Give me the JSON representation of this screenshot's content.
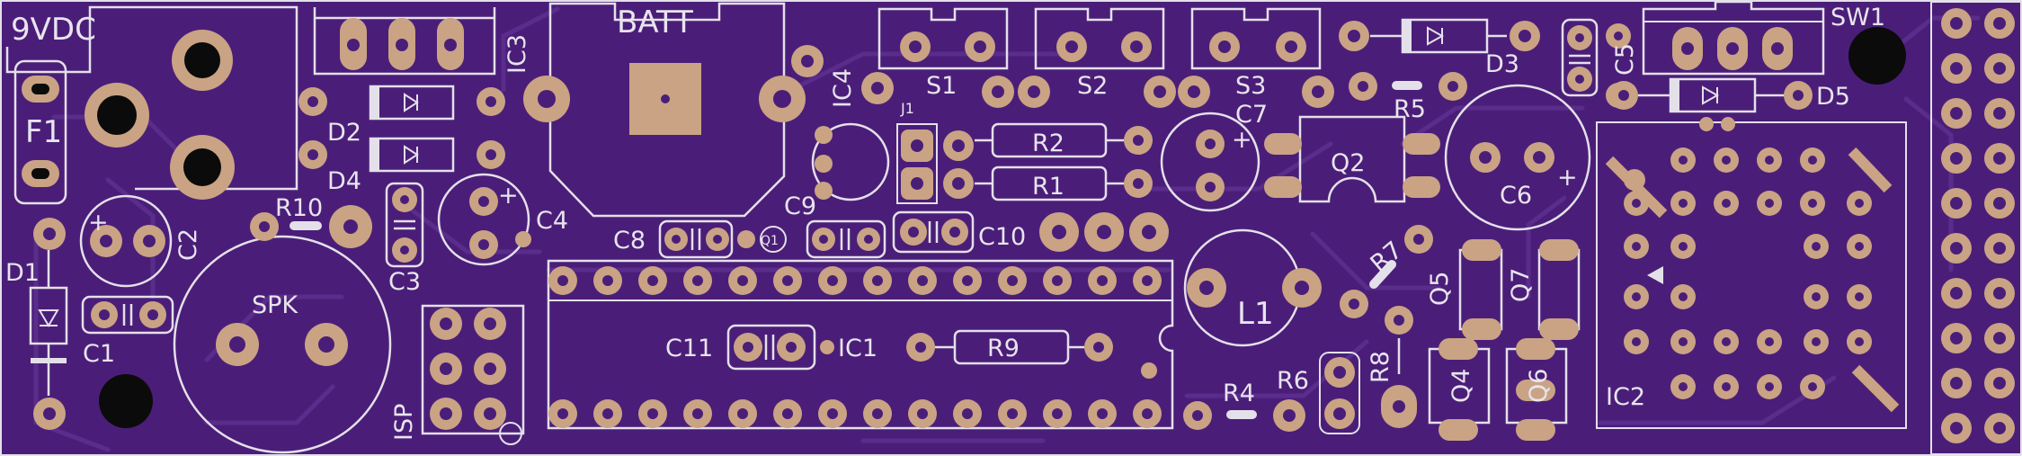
{
  "board": {
    "background_color": "#4a1e78",
    "silkscreen_color": "#e4e0ea",
    "pad_color": "#c9a384"
  },
  "labels": {
    "power": "9VDC",
    "fuse": "F1",
    "batt": "BATT",
    "ic3": "IC3",
    "ic4": "IC4",
    "ic1": "IC1",
    "ic2": "IC2",
    "j1": "J1",
    "s1": "S1",
    "s2": "S2",
    "s3": "S3",
    "sw1": "SW1",
    "d1": "D1",
    "d2": "D2",
    "d3": "D3",
    "d4": "D4",
    "d5": "D5",
    "c1": "C1",
    "c2": "C2",
    "c3": "C3",
    "c4": "C4",
    "c5": "C5",
    "c6": "C6",
    "c7": "C7",
    "c8": "C8",
    "c9": "C9",
    "c10": "C10",
    "c11": "C11",
    "r1": "R1",
    "r2": "R2",
    "r4": "R4",
    "r5": "R5",
    "r6": "R6",
    "r7": "R7",
    "r8": "R8",
    "r9": "R9",
    "r10": "R10",
    "q1": "Q1",
    "q2": "Q2",
    "q4": "Q4",
    "q5": "Q5",
    "q6": "Q6",
    "q7": "Q7",
    "l1": "L1",
    "spk": "SPK",
    "isp": "ISP"
  }
}
